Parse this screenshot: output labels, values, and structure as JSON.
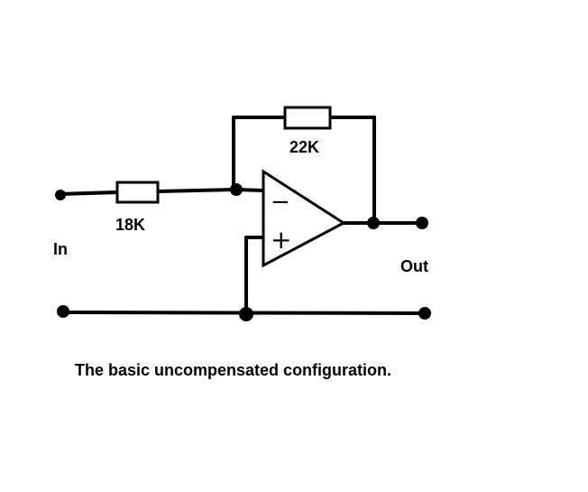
{
  "diagram": {
    "components": {
      "input_resistor": {
        "value": "18K"
      },
      "feedback_resistor": {
        "value": "22K"
      },
      "op_amp": {
        "inverting_symbol": "−",
        "non_inverting_symbol": "+"
      }
    },
    "terminals": {
      "input": "In",
      "output": "Out"
    },
    "caption": "The basic uncompensated configuration."
  }
}
